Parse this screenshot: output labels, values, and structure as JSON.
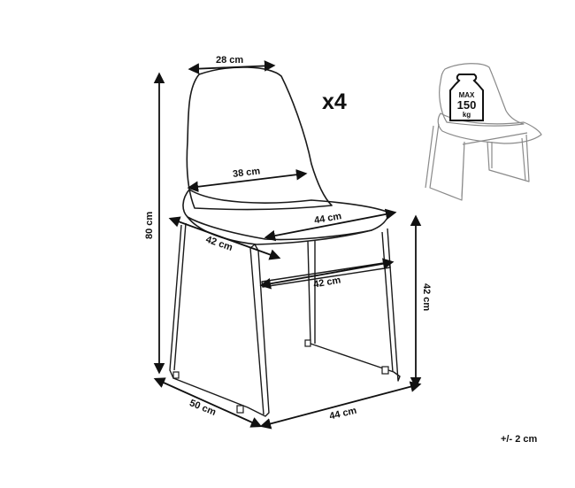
{
  "quantity": "x4",
  "max_load": {
    "line1": "MAX",
    "line2": "150",
    "line3": "kg"
  },
  "tolerance": "+/- 2 cm",
  "dimensions": {
    "backrest_top_width": "28 cm",
    "backrest_width": "38 cm",
    "seat_width": "44 cm",
    "seat_depth": "42 cm",
    "frame_inner_width": "42 cm",
    "total_height": "80 cm",
    "seat_height": "42 cm",
    "base_depth": "50 cm",
    "base_width": "44 cm"
  }
}
